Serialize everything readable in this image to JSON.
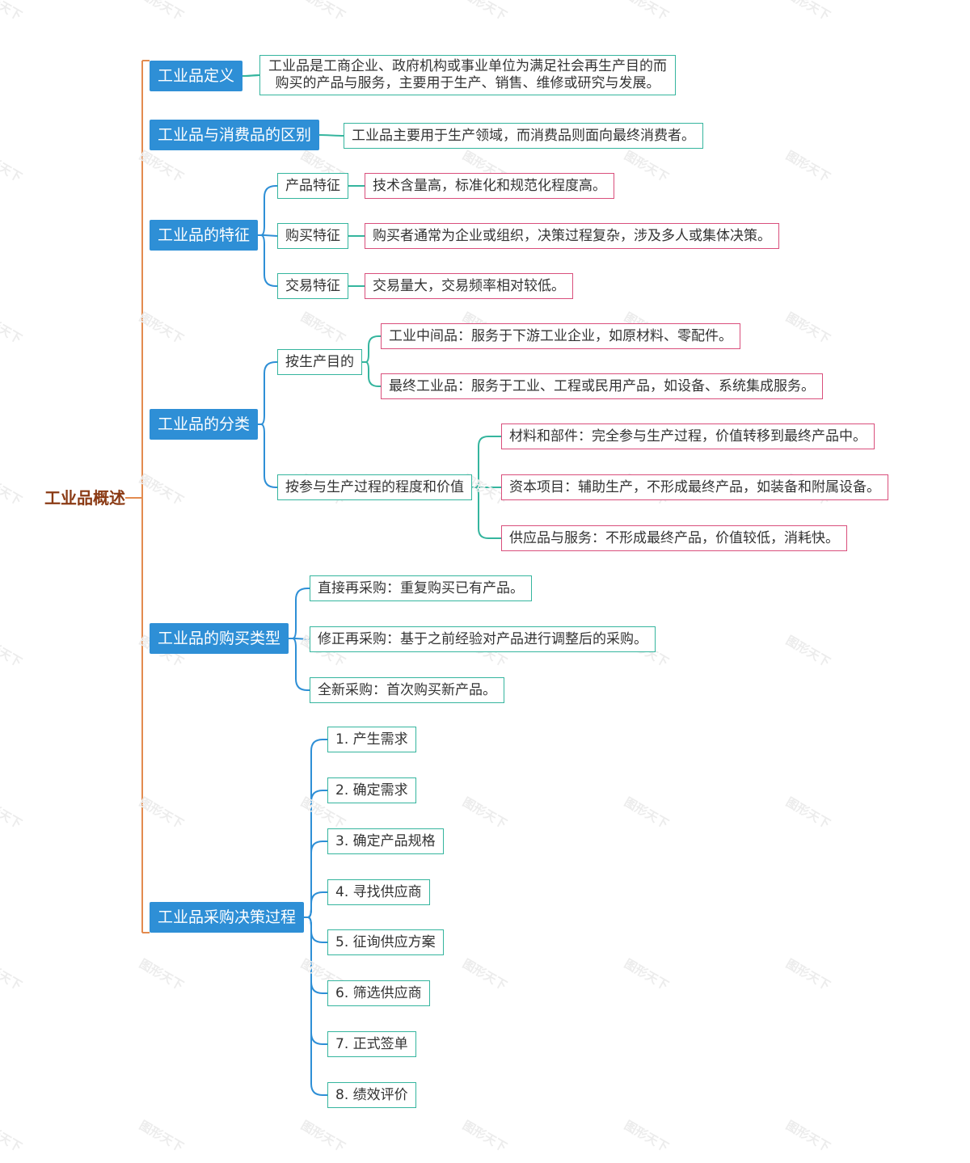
{
  "watermark": "图形天下",
  "colors": {
    "root_text": "#8a3a14",
    "root_branch": "#e38b4f",
    "level1_fill": "#2e8fd6",
    "level2_branch": "#2e8fd6",
    "teal_border": "#35b59e",
    "pink_border": "#d94f7c"
  },
  "root": "工业品概述",
  "branches": [
    {
      "label": "工业品定义",
      "children": [
        {
          "text": "工业品是工商企业、政府机构或事业单位为满足社会再生产目的而\n购买的产品与服务，主要用于生产、销售、维修或研究与发展。"
        }
      ]
    },
    {
      "label": "工业品与消费品的区别",
      "children": [
        {
          "text": "工业品主要用于生产领域，而消费品则面向最终消费者。"
        }
      ]
    },
    {
      "label": "工业品的特征",
      "children": [
        {
          "label": "产品特征",
          "children": [
            {
              "text": "技术含量高，标准化和规范化程度高。"
            }
          ]
        },
        {
          "label": "购买特征",
          "children": [
            {
              "text": "购买者通常为企业或组织，决策过程复杂，涉及多人或集体决策。"
            }
          ]
        },
        {
          "label": "交易特征",
          "children": [
            {
              "text": "交易量大，交易频率相对较低。"
            }
          ]
        }
      ]
    },
    {
      "label": "工业品的分类",
      "children": [
        {
          "label": "按生产目的",
          "children": [
            {
              "text": "工业中间品：服务于下游工业企业，如原材料、零配件。"
            },
            {
              "text": "最终工业品：服务于工业、工程或民用产品，如设备、系统集成服务。"
            }
          ]
        },
        {
          "label": "按参与生产过程的程度和价值",
          "children": [
            {
              "text": "材料和部件：完全参与生产过程，价值转移到最终产品中。"
            },
            {
              "text": "资本项目：辅助生产，不形成最终产品，如装备和附属设备。"
            },
            {
              "text": "供应品与服务：不形成最终产品，价值较低，消耗快。"
            }
          ]
        }
      ]
    },
    {
      "label": "工业品的购买类型",
      "children": [
        {
          "text": "直接再采购：重复购买已有产品。"
        },
        {
          "text": "修正再采购：基于之前经验对产品进行调整后的采购。"
        },
        {
          "text": "全新采购：首次购买新产品。"
        }
      ]
    },
    {
      "label": "工业品采购决策过程",
      "children": [
        {
          "text": "1. 产生需求"
        },
        {
          "text": "2. 确定需求"
        },
        {
          "text": "3. 确定产品规格"
        },
        {
          "text": "4. 寻找供应商"
        },
        {
          "text": "5. 征询供应方案"
        },
        {
          "text": "6. 筛选供应商"
        },
        {
          "text": "7. 正式签单"
        },
        {
          "text": "8. 绩效评价"
        }
      ]
    }
  ]
}
